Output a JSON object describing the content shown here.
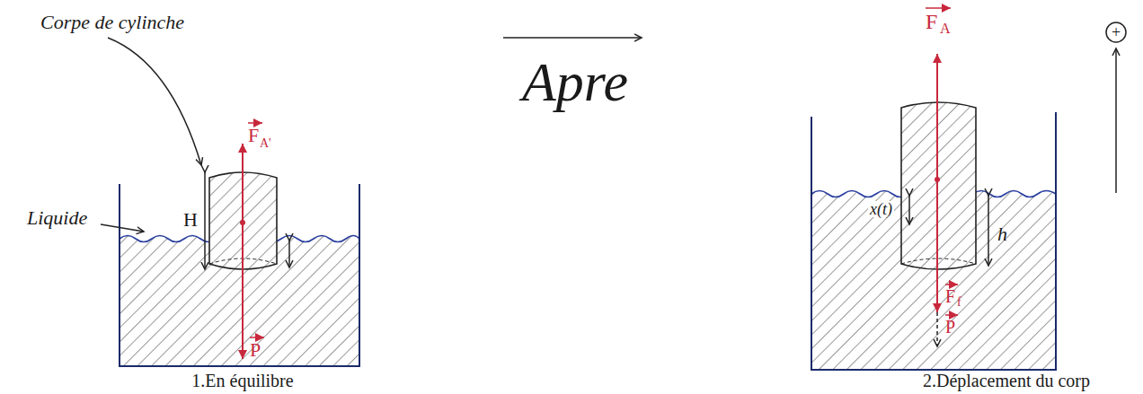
{
  "diagram": {
    "labels": [
      "Corpe de cylinche",
      "Liquide",
      "H",
      "F",
      "A'",
      "P",
      "Apre",
      "1.En équilibre",
      "F",
      "A",
      "+",
      "x(t)",
      "h",
      "F",
      "f",
      "P",
      "2.Déplacement du corp"
    ]
  }
}
